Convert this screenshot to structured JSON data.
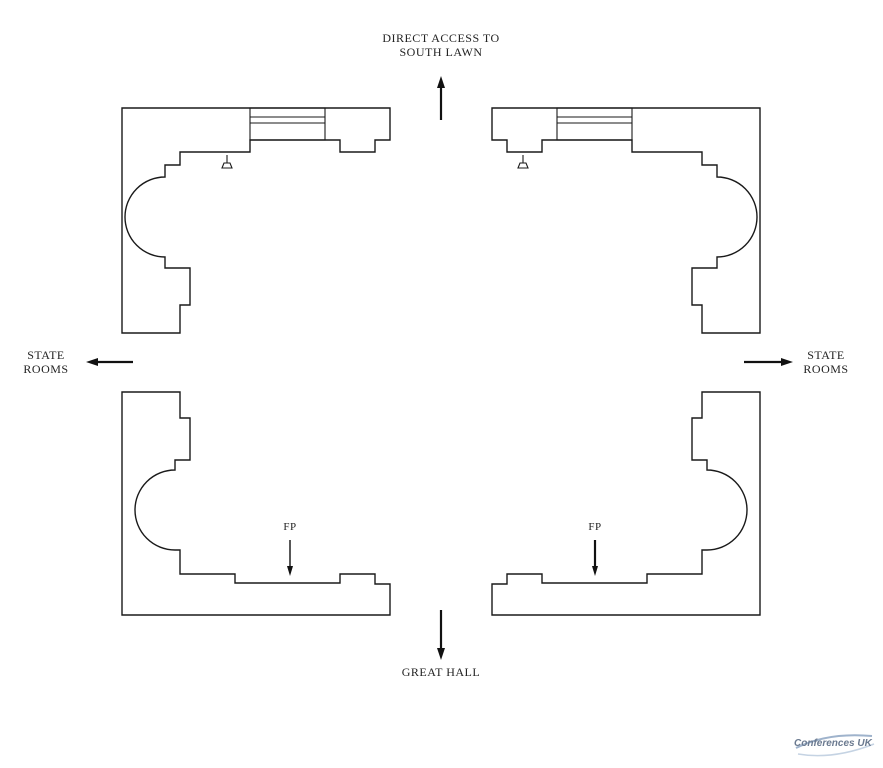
{
  "labels": {
    "south_lawn": "DIRECT ACCESS TO SOUTH LAWN",
    "south_lawn_line1": "DIRECT ACCESS TO",
    "south_lawn_line2": "SOUTH LAWN",
    "state_rooms_left_line1": "STATE",
    "state_rooms_left_line2": "ROOMS",
    "state_rooms_right_line1": "STATE",
    "state_rooms_right_line2": "ROOMS",
    "great_hall": "GREAT HALL",
    "fp_left": "FP",
    "fp_right": "FP"
  },
  "logo": {
    "text": "Conferences UK",
    "color": "#6b7a90"
  },
  "colors": {
    "line": "#1a1a1a",
    "background": "#ffffff"
  }
}
